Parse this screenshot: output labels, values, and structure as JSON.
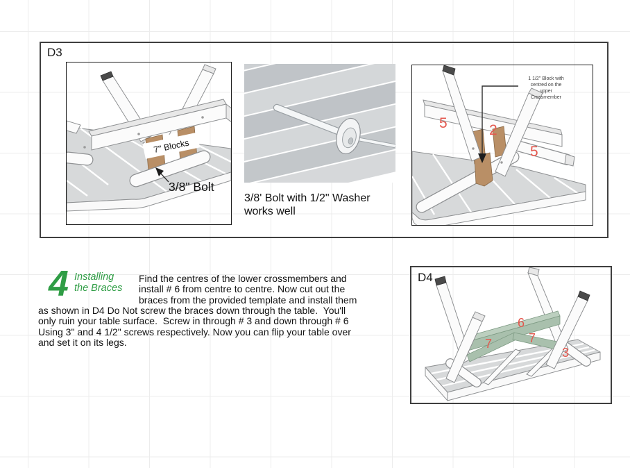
{
  "d3": {
    "label": "D3",
    "left_figure": {
      "blocks_label": "7\" Blocks",
      "bolt_label": "3/8\" Bolt"
    },
    "middle_figure": {
      "caption_line1": "3/8' Bolt with 1/2\" Washer",
      "caption_line2": "works well"
    },
    "right_figure": {
      "annotation_line1": "1 1/2\" Block with",
      "annotation_line2": "centred on the",
      "annotation_line3": "upper",
      "annotation_line4": "Crossmember",
      "num_left": "5",
      "num_center": "2",
      "num_right": "5"
    }
  },
  "step": {
    "number": "4",
    "title_line1": "Installing",
    "title_line2": "the Braces",
    "line1": "Find the centres of the lower crossmembers and",
    "line2": "install # 6 from centre to centre. Now cut out the",
    "line3": "braces from the provided template and install them",
    "line4": "as shown in D4 Do Not screw the braces down through the table.  You'll",
    "line5": "only ruin your table surface.  Screw in through # 3 and down through # 6",
    "line6": "Using 3\" and 4 1/2\" screws respectively. Now you can flip your table over",
    "line7": "and set it on its legs."
  },
  "d4": {
    "label": "D4",
    "num_crossmember": "6",
    "num_brace_left": "7",
    "num_brace_right": "7",
    "num_leg": "3"
  },
  "colors": {
    "accent_green": "#2f9d45",
    "callout_red": "#e4574d",
    "wood_brown": "#b98f66",
    "brace_green": "#a9c0ad"
  }
}
